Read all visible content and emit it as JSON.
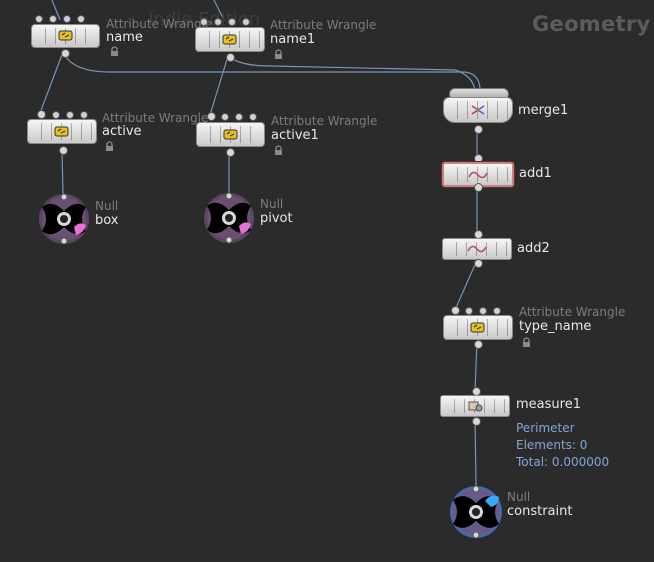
{
  "network": {
    "context_label": "Geometry",
    "watermark": "Indie Edition"
  },
  "nodes": {
    "name": {
      "type": "Attribute Wrangle",
      "name": "name"
    },
    "name1": {
      "type": "Attribute Wrangle",
      "name": "name1"
    },
    "active": {
      "type": "Attribute Wrangle",
      "name": "active"
    },
    "active1": {
      "type": "Attribute Wrangle",
      "name": "active1"
    },
    "box": {
      "type": "Null",
      "name": "box"
    },
    "pivot": {
      "type": "Null",
      "name": "pivot"
    },
    "merge1": {
      "name": "merge1"
    },
    "add1": {
      "name": "add1"
    },
    "add2": {
      "name": "add2"
    },
    "type_name": {
      "type": "Attribute Wrangle",
      "name": "type_name"
    },
    "measure1": {
      "name": "measure1",
      "info": [
        "Perimeter",
        "Elements: 0",
        "Total: 0.000000"
      ]
    },
    "constraint": {
      "type": "Null",
      "name": "constraint"
    }
  },
  "colors": {
    "background": "#2b2b2b",
    "wire": "#7894b8",
    "info_text": "#7fa7d8",
    "selected_outline": "#c88080",
    "null_magenta": "#e870d8",
    "null_cyan": "#38a8ff"
  }
}
